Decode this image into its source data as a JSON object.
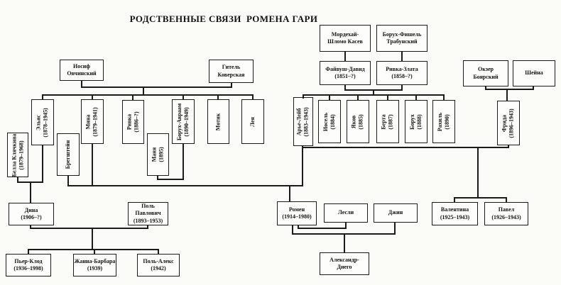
{
  "title": "РОДСТВЕННЫЕ СВЯЗИ  РОМЕНА ГАРИ",
  "nodes": {
    "mordekhai": {
      "label": "Мордехай-\nШломо Касев"
    },
    "trabunsky": {
      "label": "Борух-Фишель\nТрабунский"
    },
    "iosif": {
      "label": "Иосиф\nОвчинский"
    },
    "gitel": {
      "label": "Гитель\nКоверская"
    },
    "faivush": {
      "label": "Файвуш-Давид\n(1851–?)"
    },
    "rivka_zlata": {
      "label": "Ривка-Злата\n(1858–?)"
    },
    "okzer": {
      "label": "Окзер\nБоярский"
    },
    "sheina": {
      "label": "Шейна"
    },
    "elyas": {
      "label": "Эльяс\n(1878–1945)"
    },
    "bella": {
      "label": "Белла Клячкина\n(1879–1968)"
    },
    "bregshtein": {
      "label": "Брегштейн"
    },
    "mina": {
      "label": "Мина\n(1879–1941)"
    },
    "rivka": {
      "label": "Ривка\n(1886–?)"
    },
    "manya": {
      "label": "Маня\n(1895)"
    },
    "borukh_avraam": {
      "label": "Борух-Авраам\n(1890–1949)"
    },
    "motik": {
      "label": "Мотик"
    },
    "leya": {
      "label": "Лея"
    },
    "arie_leib": {
      "label": "Арье-Лейб\n(1883–1943)"
    },
    "iosel": {
      "label": "Иосель\n(1884)"
    },
    "yakov": {
      "label": "Яков\n(1885)"
    },
    "berta": {
      "label": "Берта\n(1887)"
    },
    "borukh": {
      "label": "Борух\n(1888)"
    },
    "rakhil": {
      "label": "Рахиль\n(1890)"
    },
    "frida": {
      "label": "Фрида\n(1896–1943)"
    },
    "dina": {
      "label": "Дина\n(1906–?)"
    },
    "pol_pavlovich": {
      "label": "Поль Павлович\n(1893–1953)"
    },
    "pier_klod": {
      "label": "Пьер-Клод\n(1936–1998)"
    },
    "zhanna": {
      "label": "Жанна-Барбара\n(1939)"
    },
    "pol_aleks": {
      "label": "Поль-Алекс\n(1942)"
    },
    "romen": {
      "label": "Ромен\n(1914–1980)"
    },
    "lesli": {
      "label": "Лесли"
    },
    "dzhin": {
      "label": "Джин"
    },
    "aleksandr_diego": {
      "label": "Александр-\nДиего"
    },
    "valentina": {
      "label": "Валентина\n(1925–1943)"
    },
    "pavel": {
      "label": "Павел\n(1926–1943)"
    }
  },
  "families": [
    {
      "parents": [
        "Иосиф Овчинский",
        "Гитель Коверская"
      ],
      "children": [
        "Эльяс",
        "Мина",
        "Ривка",
        "Борух-Авраам",
        "Мотик",
        "Лея"
      ]
    },
    {
      "parents": [
        "Мордехай-Шломо Касев"
      ],
      "children": [
        "Файвуш-Давид"
      ]
    },
    {
      "parents": [
        "Борух-Фишель Трабунский"
      ],
      "children": [
        "Ривка-Злата"
      ]
    },
    {
      "parents": [
        "Файвуш-Давид",
        "Ривка-Злата"
      ],
      "children": [
        "Арье-Лейб",
        "Иосель",
        "Яков",
        "Берта",
        "Борух",
        "Рахиль"
      ]
    },
    {
      "parents": [
        "Окзер Боярский",
        "Шейна"
      ],
      "children": [
        "Фрида"
      ]
    },
    {
      "parents": [
        "Эльяс",
        "Белла Клячкина"
      ],
      "children": [
        "Дина"
      ]
    },
    {
      "parents": [
        "Мина",
        "Брегштейн"
      ],
      "children": []
    },
    {
      "parents": [
        "Мина",
        "Арье-Лейб"
      ],
      "children": [
        "Ромен"
      ]
    },
    {
      "parents": [
        "Борух-Авраам",
        "Маня"
      ],
      "children": []
    },
    {
      "parents": [
        "Арье-Лейб",
        "Фрида"
      ],
      "children": [
        "Валентина",
        "Павел"
      ]
    },
    {
      "parents": [
        "Дина",
        "Поль Павлович"
      ],
      "children": [
        "Пьер-Клод",
        "Жанна-Барбара",
        "Поль-Алекс"
      ]
    },
    {
      "parents": [
        "Ромен",
        "Лесли"
      ],
      "children": []
    },
    {
      "parents": [
        "Ромен",
        "Джин"
      ],
      "children": [
        "Александр-Диего"
      ]
    }
  ]
}
